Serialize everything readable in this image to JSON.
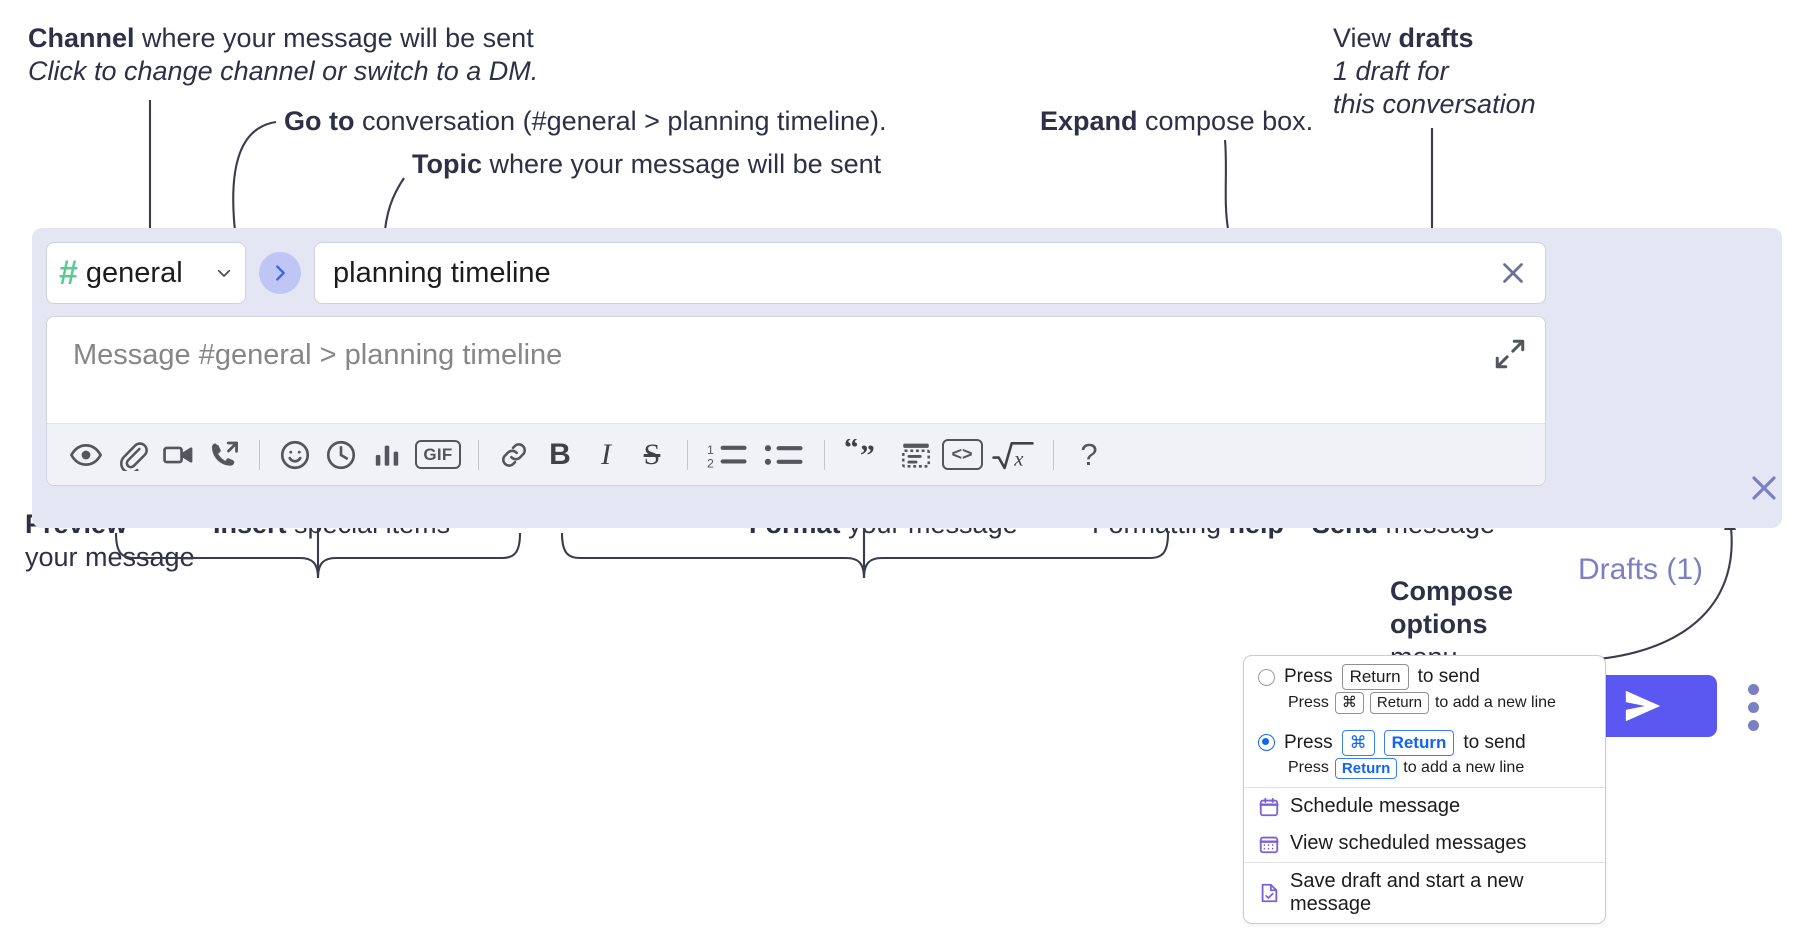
{
  "annotations": {
    "channel": {
      "bold": "Channel",
      "rest": " where your message will be sent",
      "italic": "Click to change channel or switch to a DM."
    },
    "goto": {
      "bold": "Go to",
      "rest": " conversation (#general > planning timeline)."
    },
    "topic": {
      "bold": "Topic",
      "rest": " where your message will be sent"
    },
    "expand": {
      "bold": "Expand",
      "rest": " compose box."
    },
    "drafts": {
      "pre": "View ",
      "bold": "drafts",
      "italic1": "1 draft for",
      "italic2": "this conversation"
    },
    "preview": {
      "bold": "Preview",
      "rest": "your message"
    },
    "insert": {
      "bold": "Insert",
      "rest": " special items"
    },
    "format": {
      "bold": "Format",
      "rest": " your message"
    },
    "help": {
      "pre": "Formatting ",
      "bold": "help"
    },
    "send": {
      "bold": "Send",
      "rest": " message"
    },
    "compose_options": {
      "bold1": "Compose",
      "bold2": "options",
      "rest": "menu"
    }
  },
  "compose": {
    "channel": {
      "hash": "#",
      "name": "general",
      "caret_icon": "chevron-down-icon"
    },
    "goto_button": {
      "icon": "chevron-right-icon"
    },
    "topic": {
      "value": "planning timeline",
      "clear_icon": "close-icon"
    },
    "message": {
      "placeholder": "Message #general > planning timeline",
      "expand_icon": "expand-diagonal-icon"
    },
    "drafts_link": "Drafts (1)",
    "close_icon": "close-icon",
    "send_icon": "paper-plane-icon",
    "kebab_icon": "more-vertical-icon",
    "toolbar": {
      "insert_group": [
        {
          "name": "preview-icon",
          "label": "Preview"
        },
        {
          "name": "attachment-icon",
          "label": "Attach file"
        },
        {
          "name": "video-icon",
          "label": "Video clip"
        },
        {
          "name": "audio-call-icon",
          "label": "Audio clip"
        },
        {
          "name": "emoji-icon",
          "label": "Emoji"
        },
        {
          "name": "clock-icon",
          "label": "Reminder"
        },
        {
          "name": "poll-icon",
          "label": "Poll"
        },
        {
          "name": "gif-icon",
          "label": "GIF"
        }
      ],
      "gif_label": "GIF",
      "format_group": [
        {
          "name": "link-icon",
          "label": "Link"
        },
        {
          "name": "bold-icon",
          "label": "B"
        },
        {
          "name": "italic-icon",
          "label": "I"
        },
        {
          "name": "strikethrough-icon",
          "label": "S"
        },
        {
          "name": "ordered-list-icon",
          "label": "Ordered list"
        },
        {
          "name": "bullet-list-icon",
          "label": "Bulleted list"
        },
        {
          "name": "blockquote-icon",
          "label": "Blockquote"
        },
        {
          "name": "code-block-icon",
          "label": "Code block"
        },
        {
          "name": "code-inline-icon",
          "label": "Code"
        },
        {
          "name": "math-icon",
          "label": "Math"
        }
      ],
      "bold_label": "B",
      "italic_label": "I",
      "strike_label": "S",
      "code_label": "<>",
      "ordered_one": "1",
      "ordered_two": "2",
      "help_label": "?"
    }
  },
  "options_menu": {
    "choice_a": {
      "pre": "Press",
      "key": "Return",
      "post": "to send",
      "sub_pre": "Press",
      "sub_key1": "⌘",
      "sub_key2": "Return",
      "sub_post": "to add a new line",
      "selected": false
    },
    "choice_b": {
      "pre": "Press",
      "key1": "⌘",
      "key2": "Return",
      "post": "to send",
      "sub_pre": "Press",
      "sub_key": "Return",
      "sub_post": "to add a new line",
      "selected": true
    },
    "items": [
      {
        "icon": "calendar-schedule-icon",
        "label": "Schedule message"
      },
      {
        "icon": "calendar-grid-icon",
        "label": "View scheduled messages"
      },
      {
        "icon": "save-draft-icon",
        "label": "Save draft and start a new message"
      }
    ]
  },
  "colors": {
    "compose_bg": "#e4e6f3",
    "send_blue": "#5b58f2",
    "hash_green": "#5ac994",
    "accent_purple": "#7b7fc4",
    "radio_blue": "#1264f5",
    "text": "#2f3047"
  }
}
